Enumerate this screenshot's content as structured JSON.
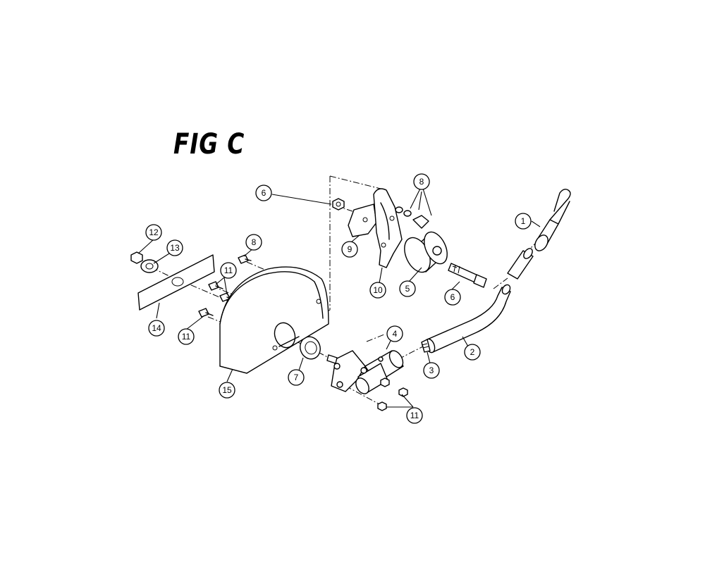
{
  "figure": {
    "title": "FIG C"
  },
  "callouts": [
    {
      "id": "c1",
      "label": "1"
    },
    {
      "id": "c2",
      "label": "2"
    },
    {
      "id": "c3",
      "label": "3"
    },
    {
      "id": "c4",
      "label": "4"
    },
    {
      "id": "c5",
      "label": "5"
    },
    {
      "id": "c6a",
      "label": "6"
    },
    {
      "id": "c6b",
      "label": "6"
    },
    {
      "id": "c7",
      "label": "7"
    },
    {
      "id": "c8a",
      "label": "8"
    },
    {
      "id": "c8b",
      "label": "8"
    },
    {
      "id": "c9",
      "label": "9"
    },
    {
      "id": "c10",
      "label": "10"
    },
    {
      "id": "c11a",
      "label": "11"
    },
    {
      "id": "c11b",
      "label": "11"
    },
    {
      "id": "c11c",
      "label": "11"
    },
    {
      "id": "c12",
      "label": "12"
    },
    {
      "id": "c13",
      "label": "13"
    },
    {
      "id": "c14",
      "label": "14"
    },
    {
      "id": "c15",
      "label": "15"
    }
  ]
}
